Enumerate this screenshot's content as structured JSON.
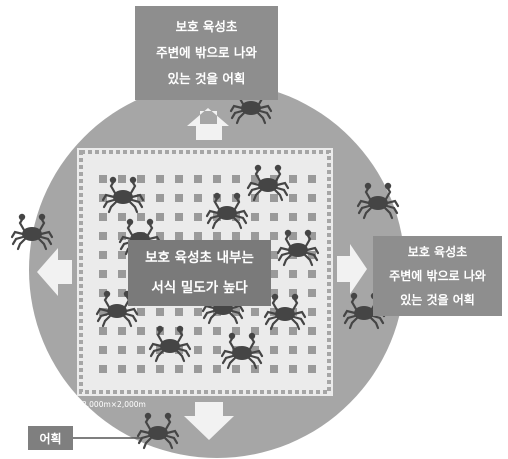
{
  "labels": {
    "top_line1": "보호 육성초",
    "top_line2": "주변에 밖으로 나와",
    "top_line3": "있는 것을 어획",
    "right_line1": "보호 육성초",
    "right_line2": "주변에 밖으로 나와",
    "right_line3": "있는 것을 어획",
    "center_line1": "보호 육성초 내부는",
    "center_line2": "서식 밀도가 높다",
    "scale": "2,000m×2,000m",
    "legend": "어획"
  },
  "colors": {
    "circle": "#a6a6a6",
    "square_bg": "#ebebeb",
    "blocks": "#9a9a9a",
    "crab": "#454545",
    "arrow": "#f2f2f2",
    "label_box": "#8e8e8e"
  },
  "icons": {
    "crab": "crab-icon",
    "arrow": "arrow-icon"
  }
}
